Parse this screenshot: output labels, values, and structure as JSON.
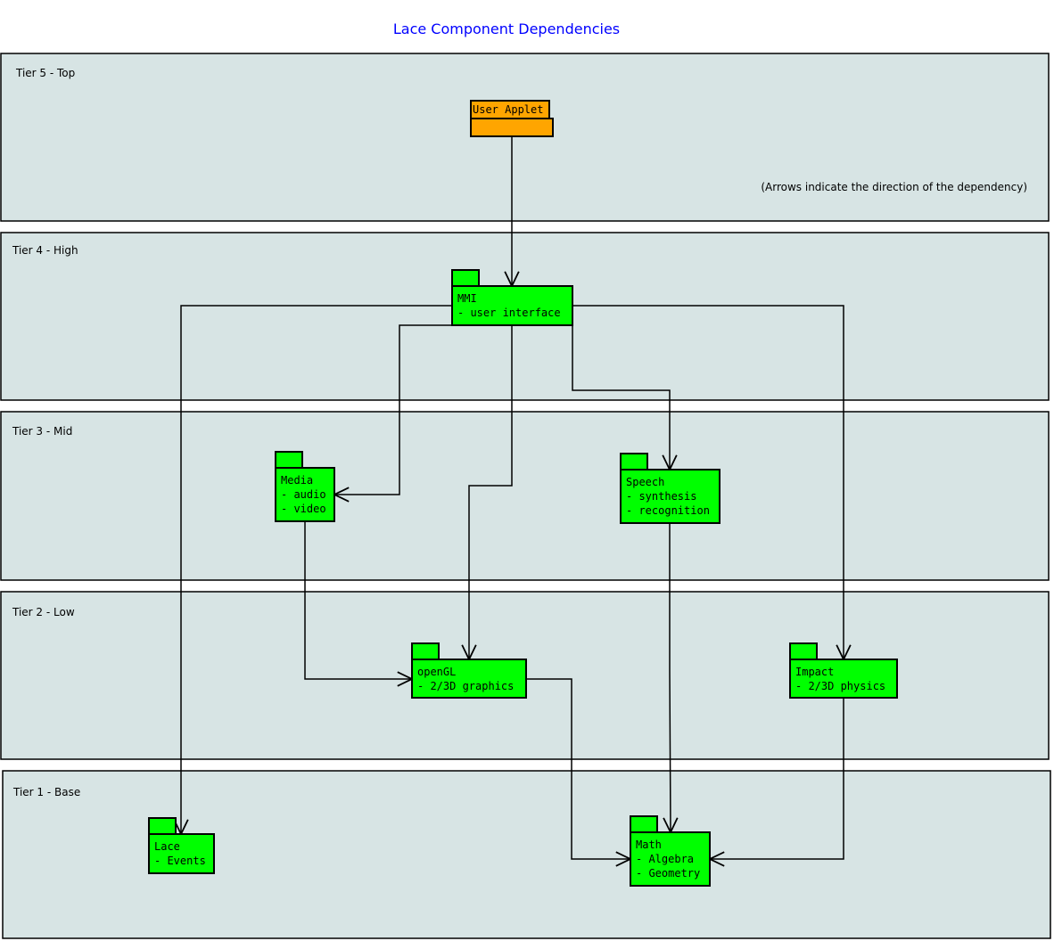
{
  "title": "Lace Component Dependencies",
  "note": "(Arrows indicate the direction of the dependency)",
  "colors": {
    "title": "#0000ff",
    "tier_fill": "#d7e4e4",
    "package_fill": "#00ff00",
    "root_package_fill": "#ffa500",
    "stroke": "#000000"
  },
  "tiers": [
    {
      "label": "Tier 5 - Top"
    },
    {
      "label": "Tier 4 - High"
    },
    {
      "label": "Tier 3 - Mid"
    },
    {
      "label": "Tier 2 - Low"
    },
    {
      "label": "Tier 1 - Base"
    }
  ],
  "packages": {
    "user_applet": {
      "name": "User Applet"
    },
    "mmi": {
      "lines": [
        "MMI",
        "- user interface"
      ]
    },
    "media": {
      "lines": [
        "Media",
        "- audio",
        "- video"
      ]
    },
    "speech": {
      "lines": [
        "Speech",
        "- synthesis",
        "- recognition"
      ]
    },
    "opengl": {
      "lines": [
        "openGL",
        "- 2/3D graphics"
      ]
    },
    "impact": {
      "lines": [
        "Impact",
        "- 2/3D physics"
      ]
    },
    "lace": {
      "lines": [
        "Lace",
        "- Events"
      ]
    },
    "math": {
      "lines": [
        "Math",
        "- Algebra",
        "- Geometry"
      ]
    }
  },
  "dependencies": [
    {
      "from": "User Applet",
      "to": "MMI"
    },
    {
      "from": "MMI",
      "to": "Lace"
    },
    {
      "from": "MMI",
      "to": "Impact"
    },
    {
      "from": "MMI",
      "to": "Media"
    },
    {
      "from": "MMI",
      "to": "openGL"
    },
    {
      "from": "MMI",
      "to": "Speech"
    },
    {
      "from": "Media",
      "to": "openGL"
    },
    {
      "from": "Speech",
      "to": "Math"
    },
    {
      "from": "openGL",
      "to": "Math"
    },
    {
      "from": "Impact",
      "to": "Math"
    }
  ]
}
